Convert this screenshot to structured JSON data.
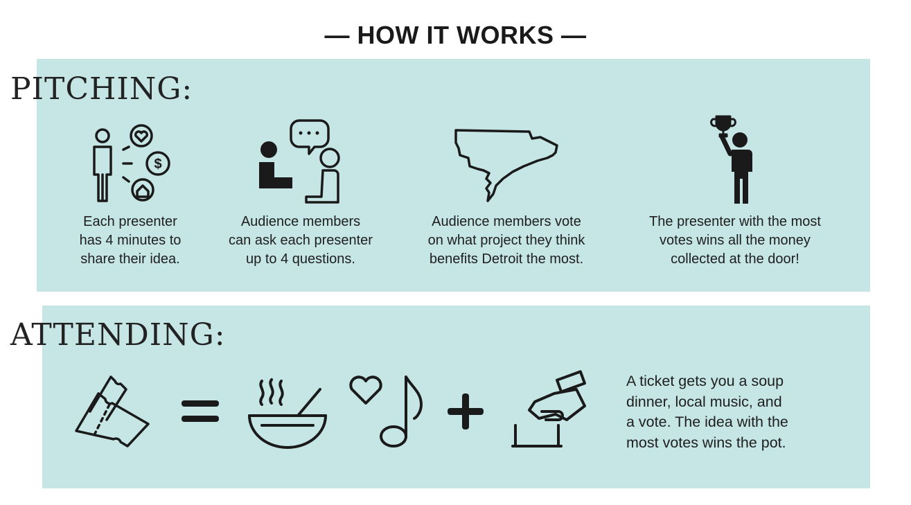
{
  "header": {
    "title": "— HOW IT WORKS —"
  },
  "pitching": {
    "heading": "PITCHING:",
    "steps": [
      {
        "icon": "presenter-ideas-icon",
        "text": "Each presenter\nhas 4 minutes to\nshare their idea."
      },
      {
        "icon": "audience-question-icon",
        "text": "Audience members\ncan ask each presenter\nup to 4 questions."
      },
      {
        "icon": "detroit-map-icon",
        "text": "Audience members vote\non what project they think\nbenefits Detroit the most."
      },
      {
        "icon": "trophy-winner-icon",
        "text": "The presenter with the most\nvotes wins all the money\ncollected at the door!"
      }
    ]
  },
  "attending": {
    "heading": "ATTENDING:",
    "equation": {
      "ticket": "ticket-icon",
      "equals": "equals-icon",
      "soup": "soup-bowl-icon",
      "music": "heart-music-note-icon",
      "plus": "plus-icon",
      "vote": "ballot-box-icon"
    },
    "description": "A ticket gets you a soup\ndinner, local music, and\na vote. The idea with the\nmost votes wins the pot."
  },
  "colors": {
    "panel": "#c5e6e5",
    "ink": "#1a1a1a"
  }
}
